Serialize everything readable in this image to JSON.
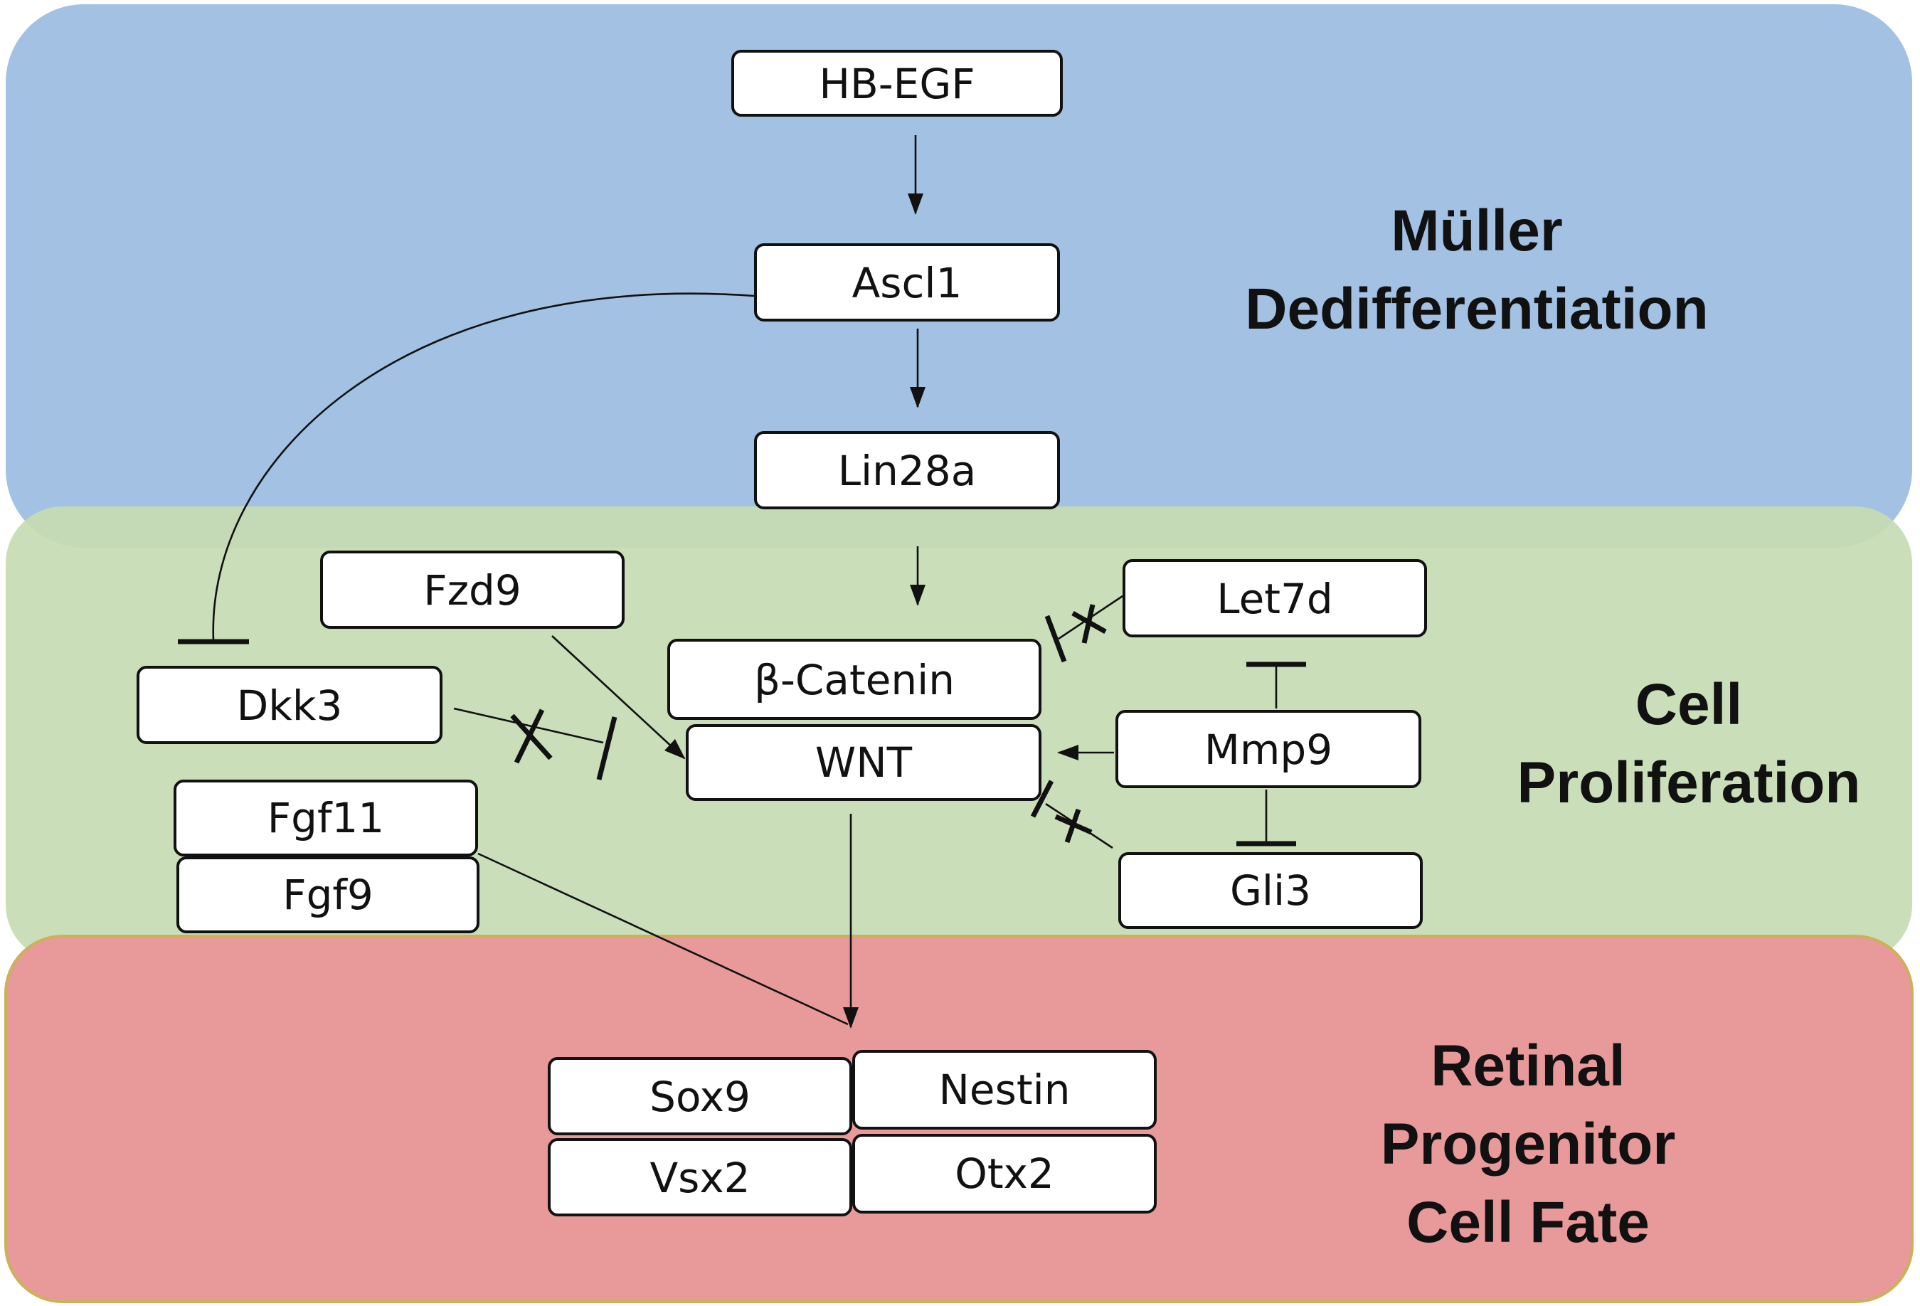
{
  "colors": {
    "dedifferentiation_band": "#a2c1e3",
    "proliferation_band": "#c6dcb4",
    "fate_band": "#e8999a",
    "band_border_red": "#cbb25a"
  },
  "sections": {
    "dedifferentiation": {
      "line1": "Müller",
      "line2": "Dedifferentiation"
    },
    "proliferation": {
      "line1": "Cell",
      "line2": "Proliferation"
    },
    "fate": {
      "line1": "Retinal",
      "line2": "Progenitor",
      "line3": "Cell Fate"
    }
  },
  "nodes": {
    "hbegf": "HB-EGF",
    "ascl1": "Ascl1",
    "lin28a": "Lin28a",
    "fzd9": "Fzd9",
    "dkk3": "Dkk3",
    "fgf11": "Fgf11",
    "fgf9": "Fgf9",
    "bcatenin": "β-Catenin",
    "wnt": "WNT",
    "let7d": "Let7d",
    "mmp9": "Mmp9",
    "gli3": "Gli3",
    "sox9": "Sox9",
    "nestin": "Nestin",
    "vsx2": "Vsx2",
    "otx2": "Otx2"
  }
}
